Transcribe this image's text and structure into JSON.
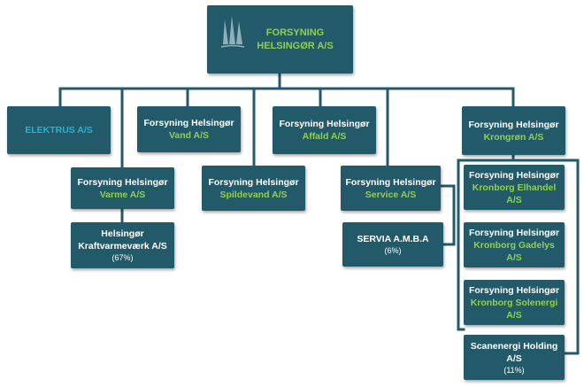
{
  "colors": {
    "box_fill": "#235a6a",
    "line": "#235a6a",
    "green_text": "#8fd14f",
    "cyan_text": "#2ab0d0",
    "white_text": "#ffffff"
  },
  "icons": {
    "logo": "sail-logo"
  },
  "top": {
    "line1": "FORSYNING",
    "line2": "HELSINGØR A/S"
  },
  "elektrus": {
    "label": "ELEKTRUS A/S"
  },
  "vand": {
    "line1": "Forsyning Helsingør",
    "line2": "Vand A/S"
  },
  "affald": {
    "line1": "Forsyning Helsingør",
    "line2": "Affald A/S"
  },
  "krongron": {
    "line1": "Forsyning Helsingør",
    "line2": "Krongrøn A/S"
  },
  "varme": {
    "line1": "Forsyning Helsingør",
    "line2": "Varme A/S"
  },
  "spildevand": {
    "line1": "Forsyning Helsingør",
    "line2": "Spildevand A/S"
  },
  "service": {
    "line1": "Forsyning Helsingør",
    "line2": "Service A/S"
  },
  "kraftvarme": {
    "line1": "Helsingør",
    "line2": "Kraftvarmeværk A/S",
    "pct": "(67%)"
  },
  "servia": {
    "line1": "SERVIA A.M.B.A",
    "pct": "(6%)"
  },
  "elhandel": {
    "line1": "Forsyning Helsingør",
    "line2": "Kronborg Elhandel",
    "line3": "A/S"
  },
  "gadelys": {
    "line1": "Forsyning Helsingør",
    "line2": "Kronborg Gadelys",
    "line3": "A/S"
  },
  "solenergi": {
    "line1": "Forsyning Helsingør",
    "line2": "Kronborg Solenergi",
    "line3": "A/S"
  },
  "scanenergi": {
    "line1": "Scanenergi Holding",
    "line2": "A/S",
    "pct": "(11%)"
  }
}
